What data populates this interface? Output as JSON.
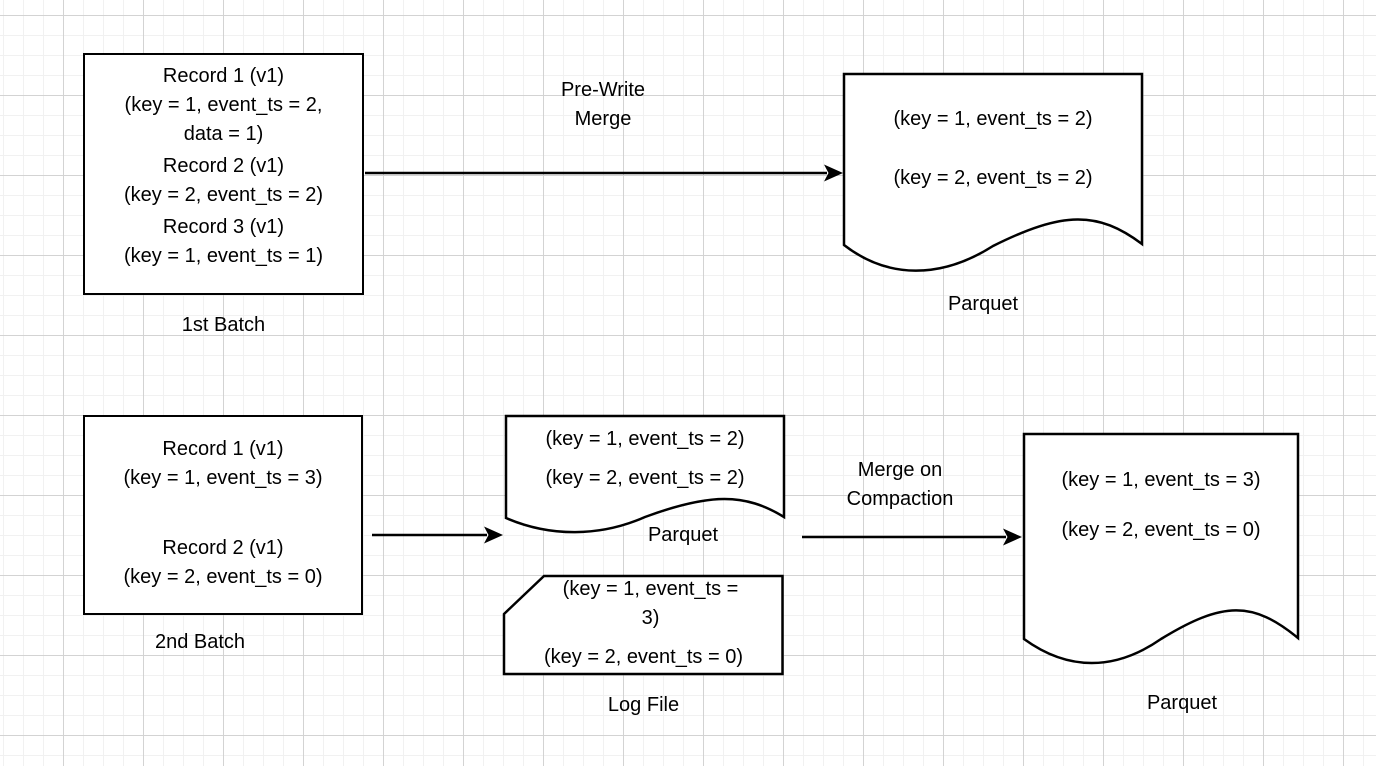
{
  "batch1": {
    "label": "1st Batch",
    "records": [
      {
        "title": "Record 1 (v1)",
        "detail": "(key = 1, event_ts = 2,\ndata = 1)"
      },
      {
        "title": "Record 2 (v1)",
        "detail": "(key = 2, event_ts = 2)"
      },
      {
        "title": "Record 3 (v1)",
        "detail": "(key = 1, event_ts = 1)"
      }
    ]
  },
  "batch2": {
    "label": "2nd Batch",
    "records": [
      {
        "title": "Record 1 (v1)",
        "detail": "(key = 1, event_ts = 3)"
      },
      {
        "title": "Record 2 (v1)",
        "detail": "(key = 2, event_ts = 0)"
      }
    ]
  },
  "arrows": {
    "pre_write_merge": {
      "label": "Pre-Write\nMerge"
    },
    "write_to_storage": {
      "label": ""
    },
    "merge_on_compaction": {
      "label": "Merge on\nCompaction"
    }
  },
  "parquet_top": {
    "label": "Parquet",
    "rows": [
      "(key = 1, event_ts = 2)",
      "(key = 2, event_ts = 2)"
    ]
  },
  "parquet_mid": {
    "label": "Parquet",
    "rows": [
      "(key = 1, event_ts = 2)",
      "(key = 2, event_ts = 2)"
    ]
  },
  "log_file": {
    "label": "Log File",
    "rows": [
      "(key = 1, event_ts =\n3)",
      "(key = 2, event_ts = 0)"
    ]
  },
  "parquet_final": {
    "label": "Parquet",
    "rows": [
      "(key = 1, event_ts = 3)",
      "(key = 2, event_ts = 0)"
    ]
  },
  "colors": {
    "stroke": "#000000",
    "text": "#000000",
    "canvas_bg": "#ffffff",
    "grid_minor": "#f1f1f1",
    "grid_major": "#d3d3d3"
  }
}
